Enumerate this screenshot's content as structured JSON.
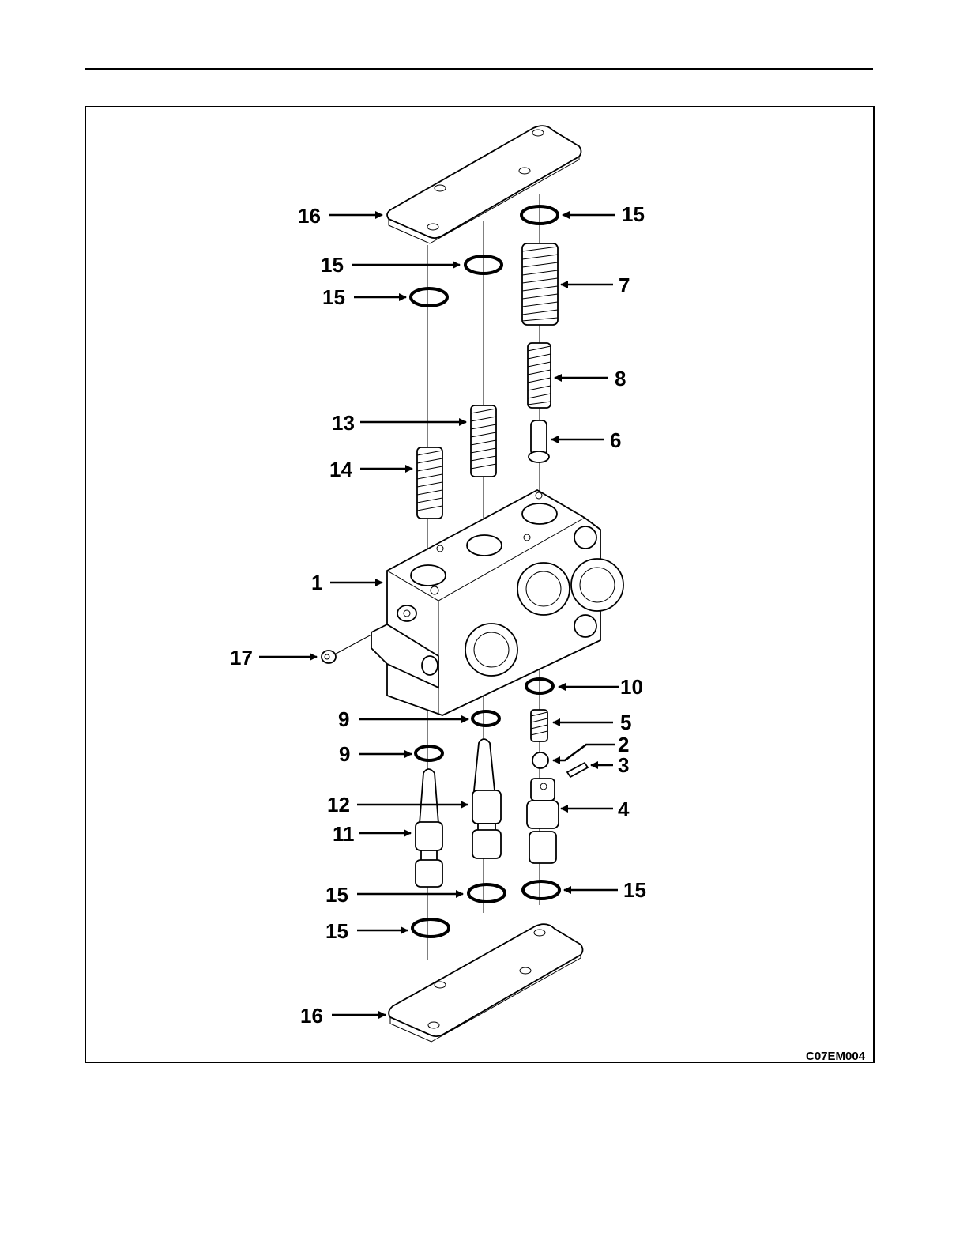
{
  "figure_id": "C07EM004",
  "callouts": {
    "c16_top": "16",
    "c15_top_right": "15",
    "c15_mid_a": "15",
    "c15_mid_b": "15",
    "c7": "7",
    "c8": "8",
    "c13": "13",
    "c6": "6",
    "c14": "14",
    "c1": "1",
    "c17": "17",
    "c10": "10",
    "c9_a": "9",
    "c5": "5",
    "c2": "2",
    "c9_b": "9",
    "c3": "3",
    "c12": "12",
    "c4": "4",
    "c11": "11",
    "c15_bot_a": "15",
    "c15_bot_right": "15",
    "c15_bot_b": "15",
    "c16_bottom": "16"
  }
}
